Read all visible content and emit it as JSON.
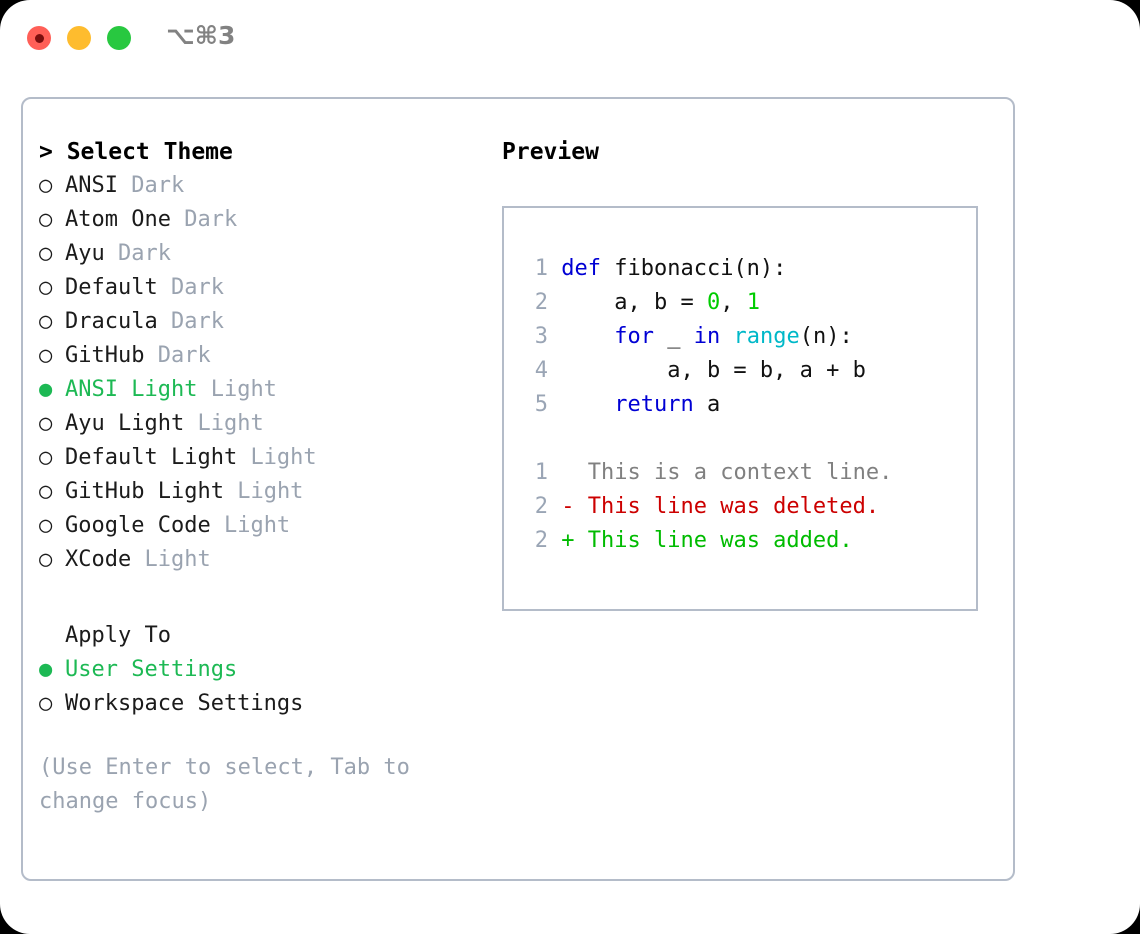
{
  "titlebar": {
    "shortcut": "⌥⌘3",
    "lights": [
      "close",
      "minimize",
      "maximize"
    ]
  },
  "left": {
    "heading": "> Select Theme",
    "themes": [
      {
        "bullet": "○",
        "name": "ANSI",
        "variant": "Dark",
        "selected": false
      },
      {
        "bullet": "○",
        "name": "Atom One",
        "variant": "Dark",
        "selected": false
      },
      {
        "bullet": "○",
        "name": "Ayu",
        "variant": "Dark",
        "selected": false
      },
      {
        "bullet": "○",
        "name": "Default",
        "variant": "Dark",
        "selected": false
      },
      {
        "bullet": "○",
        "name": "Dracula",
        "variant": "Dark",
        "selected": false
      },
      {
        "bullet": "○",
        "name": "GitHub",
        "variant": "Dark",
        "selected": false
      },
      {
        "bullet": "●",
        "name": "ANSI Light",
        "variant": "Light",
        "selected": true
      },
      {
        "bullet": "○",
        "name": "Ayu Light",
        "variant": "Light",
        "selected": false
      },
      {
        "bullet": "○",
        "name": "Default Light",
        "variant": "Light",
        "selected": false
      },
      {
        "bullet": "○",
        "name": "GitHub Light",
        "variant": "Light",
        "selected": false
      },
      {
        "bullet": "○",
        "name": "Google Code",
        "variant": "Light",
        "selected": false
      },
      {
        "bullet": "○",
        "name": "XCode",
        "variant": "Light",
        "selected": false
      }
    ],
    "apply_to_heading": "Apply To",
    "apply_to": [
      {
        "bullet": "●",
        "name": "User Settings",
        "selected": true
      },
      {
        "bullet": "○",
        "name": "Workspace Settings",
        "selected": false
      }
    ],
    "hint": "(Use Enter to select, Tab to change focus)"
  },
  "right": {
    "heading": "Preview",
    "code": [
      {
        "num": "1",
        "tokens": [
          {
            "t": "def ",
            "c": "kw"
          },
          {
            "t": "fibonacci(n):",
            "c": "txt"
          }
        ]
      },
      {
        "num": "2",
        "tokens": [
          {
            "t": "    a, b = ",
            "c": "txt"
          },
          {
            "t": "0",
            "c": "num"
          },
          {
            "t": ", ",
            "c": "txt"
          },
          {
            "t": "1",
            "c": "num"
          }
        ]
      },
      {
        "num": "3",
        "tokens": [
          {
            "t": "    ",
            "c": "txt"
          },
          {
            "t": "for",
            "c": "kw"
          },
          {
            "t": " _ ",
            "c": "txt"
          },
          {
            "t": "in",
            "c": "kw"
          },
          {
            "t": " ",
            "c": "txt"
          },
          {
            "t": "range",
            "c": "fn"
          },
          {
            "t": "(n):",
            "c": "txt"
          }
        ]
      },
      {
        "num": "4",
        "tokens": [
          {
            "t": "        a, b = b, a + b",
            "c": "txt"
          }
        ]
      },
      {
        "num": "5",
        "tokens": [
          {
            "t": "    ",
            "c": "txt"
          },
          {
            "t": "return",
            "c": "kw"
          },
          {
            "t": " a",
            "c": "txt"
          }
        ]
      }
    ],
    "diff": [
      {
        "num": "1",
        "marker": "  ",
        "text": "This is a context line.",
        "kind": "ctx"
      },
      {
        "num": "2",
        "marker": "- ",
        "text": "This line was deleted.",
        "kind": "del"
      },
      {
        "num": "2",
        "marker": "+ ",
        "text": "This line was added.",
        "kind": "add"
      }
    ]
  },
  "colors": {
    "accent_green": "#1db954",
    "keyword_blue": "#0000d4",
    "function_cyan": "#00b8c8",
    "number_green": "#00cc00",
    "diff_delete_red": "#cc0000",
    "diff_add_green": "#00bb00",
    "muted_gray": "#9aa3b0",
    "border_gray": "#b4bcc9"
  }
}
